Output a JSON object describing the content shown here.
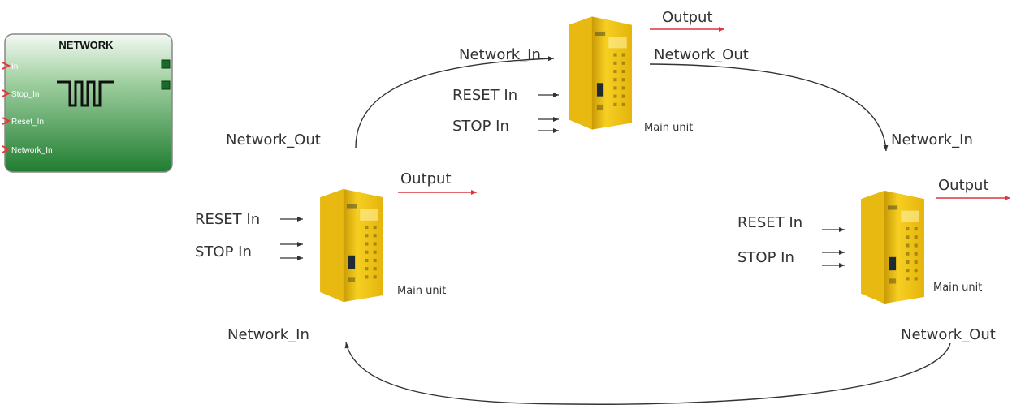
{
  "network_block": {
    "title": "NETWORK",
    "inputs": [
      "In",
      "Stop_In",
      "Reset_In",
      "Network_In"
    ]
  },
  "top_unit": {
    "network_in": "Network_In",
    "network_out": "Network_Out",
    "output": "Output",
    "reset": "RESET In",
    "stop": "STOP In",
    "caption": "Main unit"
  },
  "left_unit": {
    "network_out": "Network_Out",
    "network_in": "Network_In",
    "output": "Output",
    "reset": "RESET In",
    "stop": "STOP In",
    "caption": "Main unit"
  },
  "right_unit": {
    "network_in": "Network_In",
    "network_out": "Network_Out",
    "output": "Output",
    "reset": "RESET In",
    "stop": "STOP In",
    "caption": "Main unit"
  },
  "colors": {
    "output_arrow": "#d9363e",
    "module_yellow": "#f2c81a",
    "block_green_top": "#e9f3e9",
    "block_green_bottom": "#2a8a3a"
  }
}
